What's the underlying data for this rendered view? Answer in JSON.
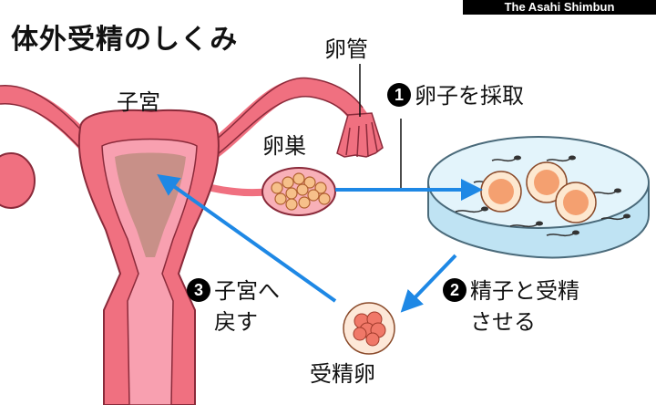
{
  "credit": "The Asahi Shimbun",
  "title": "体外受精のしくみ",
  "labels": {
    "oviduct": "卵管",
    "uterus": "子宮",
    "ovary": "卵巣",
    "zygote": "受精卵"
  },
  "steps": [
    {
      "number": "1",
      "line1": "卵子を採取",
      "line2": ""
    },
    {
      "number": "2",
      "line1": "精子と受精",
      "line2": "させる"
    },
    {
      "number": "3",
      "line1": "子宮へ",
      "line2": "戻す"
    }
  ],
  "colors": {
    "organ_pink": "#f07080",
    "organ_light": "#f8a0b0",
    "uterus_inner": "#c89088",
    "arrow_blue": "#1e88e5",
    "dish": "#d8f0fa",
    "egg": "#f4a070"
  }
}
